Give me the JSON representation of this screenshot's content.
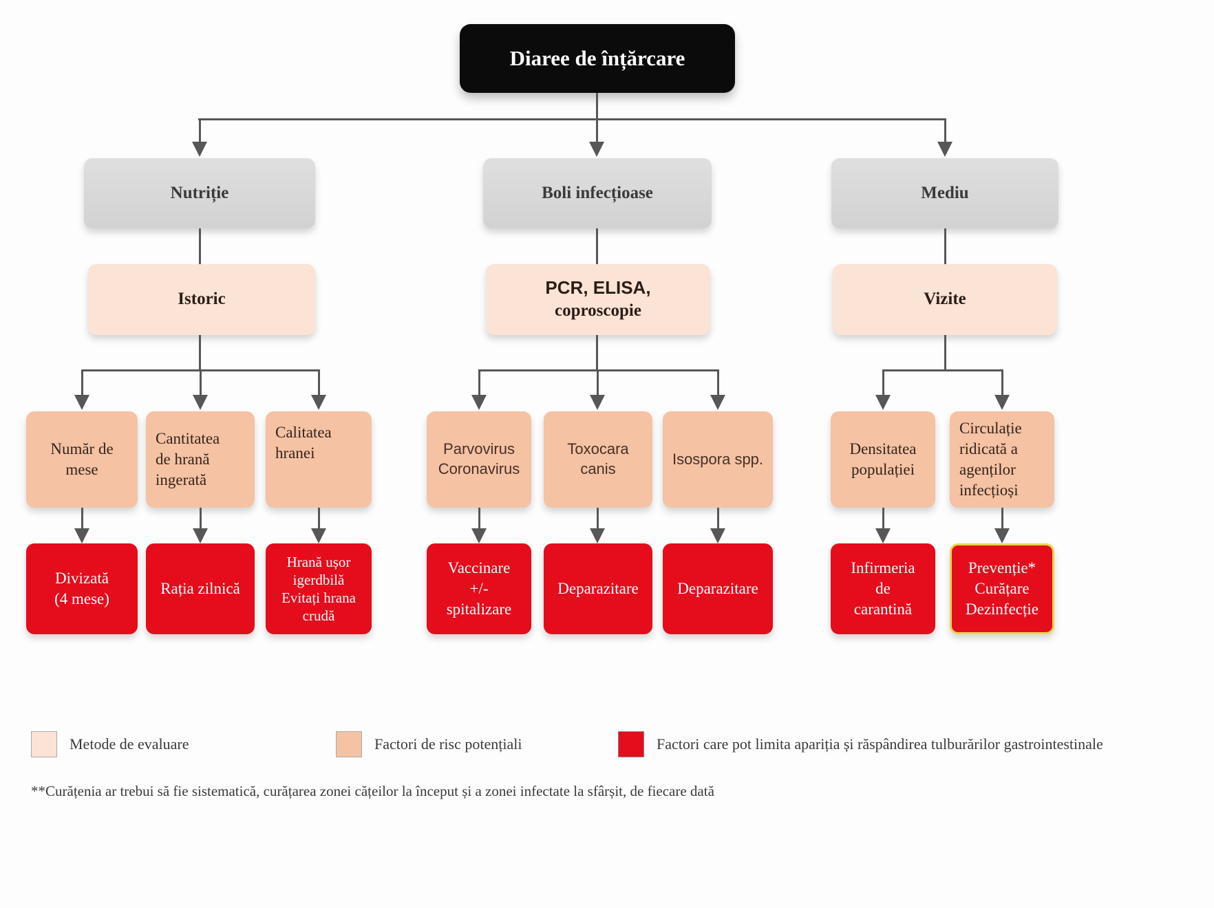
{
  "title": "Diaree de înțărcare",
  "colors": {
    "category_fill": "#d6d6d6",
    "method_fill": "#fbe3d6",
    "risk_fill": "#f5c2a3",
    "action_fill": "#e50c1c",
    "arrow": "#575757",
    "title_fill": "#0b0b0b"
  },
  "columns": [
    {
      "category": "Nutriție",
      "method": "Istoric",
      "risks": [
        "Număr de\nmese",
        "Cantitatea\nde hrană\ningerată",
        "Calitatea\nhranei"
      ],
      "actions": [
        "Divizată\n(4 mese)",
        "Rația zilnică",
        "Hrană ușor\nigerdbilă\nEvitați hrana\ncrudă"
      ]
    },
    {
      "category": "Boli infecțioase",
      "method_line1": "PCR, ELISA,",
      "method_line2": "coproscopie",
      "risks": [
        "Parvovirus\nCoronavirus",
        "Toxocara canis",
        "Isospora spp."
      ],
      "actions": [
        "Vaccinare\n+/-\nspitalizare",
        "Deparazitare",
        "Deparazitare"
      ]
    },
    {
      "category": "Mediu",
      "method": "Vizite",
      "risks": [
        "Densitatea\npopulației",
        "Circulație\nridicată a\nagenților\ninfecțioși"
      ],
      "actions": [
        "Infirmeria\nde\ncarantină",
        "Prevenție*\nCurățare\nDezinfecție"
      ]
    }
  ],
  "legend": [
    {
      "label": "Metode de evaluare",
      "color": "#fbe3d6"
    },
    {
      "label": "Factori de risc potențiali",
      "color": "#f5c2a3"
    },
    {
      "label": "Factori care pot limita apariția și răspândirea tulburărilor gastrointestinale",
      "color": "#e50c1c"
    }
  ],
  "footnote": "**Curățenia ar trebui să fie sistematică, curățarea zonei cățeilor la început și a zonei infectate la sfârșit, de fiecare dată"
}
